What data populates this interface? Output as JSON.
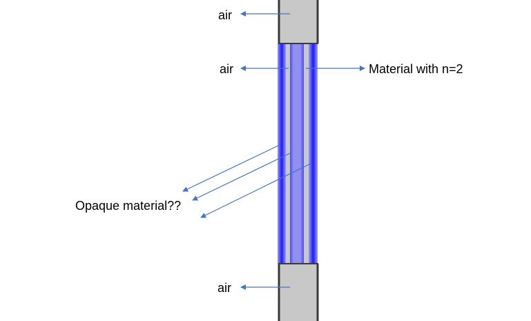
{
  "labels": {
    "air_top": "air",
    "air_middle": "air",
    "air_bottom": "air",
    "material": "Material with n=2",
    "opaque": "Opaque material??"
  },
  "colors": {
    "fiber_gray": "#c8c8c8",
    "border": "#3a3a3a",
    "blue_bright": "#1a1aff",
    "blue_light": "#8c8cf0",
    "arrow": "#4472c4"
  }
}
